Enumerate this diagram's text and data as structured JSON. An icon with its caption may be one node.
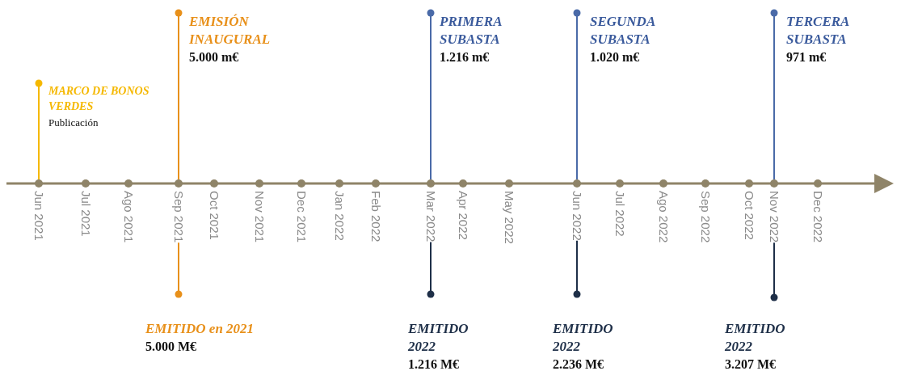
{
  "diagram": {
    "nodes": [
      {
        "text": [
          "MARCO DE BONOS VERDES",
          "Publicación"
        ]
      },
      {
        "text": [
          "EMISIÓN INAUGURAL",
          "5.000 m€"
        ]
      },
      {
        "text": [
          "PRIMERA SUBASTA",
          "1.216 m€"
        ]
      },
      {
        "text": [
          "SEGUNDA SUBASTA",
          "1.020 m€"
        ]
      },
      {
        "text": [
          "TERCERA SUBASTA",
          "971 m€"
        ]
      },
      {
        "text": [
          "EMITIDO en 2021",
          "5.000 M€"
        ]
      },
      {
        "text": [
          "EMITIDO 2022",
          "1.216 M€"
        ]
      },
      {
        "text": [
          "EMITIDO 2022",
          "2.236 M€"
        ]
      },
      {
        "text": [
          "EMITIDO 2022",
          "3.207 M€"
        ]
      },
      {
        "text": [
          "Jun 2021"
        ]
      },
      {
        "text": [
          "Jul 2021"
        ]
      },
      {
        "text": [
          "Ago 2021"
        ]
      },
      {
        "text": [
          "Sep 2021"
        ]
      },
      {
        "text": [
          "Oct 2021"
        ]
      },
      {
        "text": [
          "Nov 2021"
        ]
      },
      {
        "text": [
          "Dec 2021"
        ]
      },
      {
        "text": [
          "Jan 2022"
        ]
      },
      {
        "text": [
          "Feb 2022"
        ]
      },
      {
        "text": [
          "Mar 2022"
        ]
      },
      {
        "text": [
          "Apr 2022"
        ]
      },
      {
        "text": [
          "May 2022"
        ]
      },
      {
        "text": [
          "Jun 2022"
        ]
      },
      {
        "text": [
          "Jul 2022"
        ]
      },
      {
        "text": [
          "Ago 2022"
        ]
      },
      {
        "text": [
          "Sep 2022"
        ]
      },
      {
        "text": [
          "Oct 2022"
        ]
      },
      {
        "text": [
          "Nov 2022"
        ]
      },
      {
        "text": [
          "Dec 2022"
        ]
      }
    ],
    "edges": [
      {
        "from": 0,
        "to": 9,
        "arrow": "other",
        "color": "#f5b800"
      },
      {
        "from": 1,
        "to": 12,
        "arrow": "other",
        "color": "#e8901a"
      },
      {
        "from": 2,
        "to": 18,
        "arrow": "other",
        "color": "#4a6aa8"
      },
      {
        "from": 3,
        "to": 21,
        "arrow": "other",
        "color": "#4a6aa8"
      },
      {
        "from": 4,
        "to": 26,
        "arrow": "other",
        "color": "#4a6aa8"
      },
      {
        "from": 5,
        "to": 12,
        "arrow": "other",
        "color": "#e8901a"
      },
      {
        "from": 6,
        "to": 18,
        "arrow": "other",
        "color": "#1e2f48"
      },
      {
        "from": 7,
        "to": 21,
        "arrow": "other",
        "color": "#1e2f48"
      },
      {
        "from": 8,
        "to": 26,
        "arrow": "other",
        "color": "#1e2f48"
      }
    ]
  }
}
